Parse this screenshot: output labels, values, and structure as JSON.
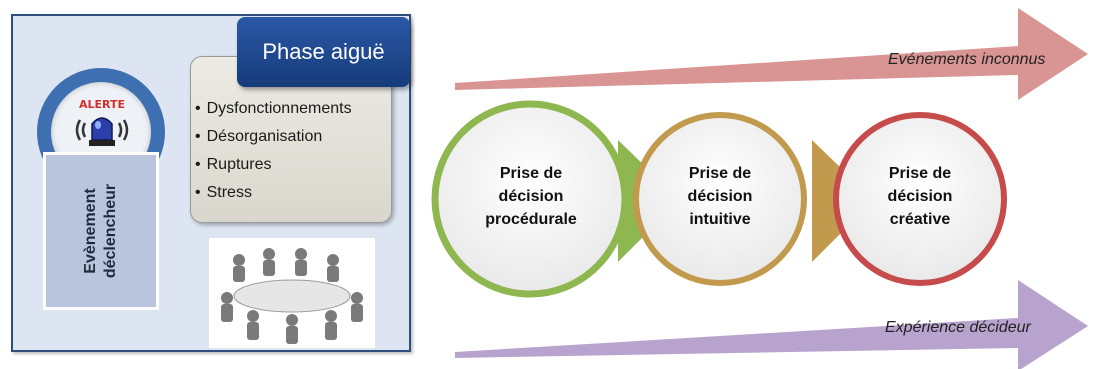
{
  "left_panel": {
    "alert_badge": "ALERTE",
    "event_label": [
      "Evènement",
      "déclencheur"
    ],
    "phase_title": "Phase aiguë",
    "bullets": [
      "Dysfonctionnements",
      "Désorganisation",
      "Ruptures",
      "Stress"
    ]
  },
  "arrows": {
    "top_label": "Evénements inconnus",
    "bottom_label": "Expérience décideur"
  },
  "stages": [
    {
      "lines": [
        "Prise de",
        "décision",
        "procédurale"
      ],
      "color": "#8fb74f"
    },
    {
      "lines": [
        "Prise de",
        "décision",
        "intuitive"
      ],
      "color": "#c19a4d"
    },
    {
      "lines": [
        "Prise de",
        "décision",
        "créative"
      ],
      "color": "#c64b4b"
    }
  ],
  "colors": {
    "top_arrow": "#d99594",
    "bottom_arrow": "#b7a3cd",
    "panel_border": "#2f4e7c",
    "tab": "#1f4a91"
  }
}
